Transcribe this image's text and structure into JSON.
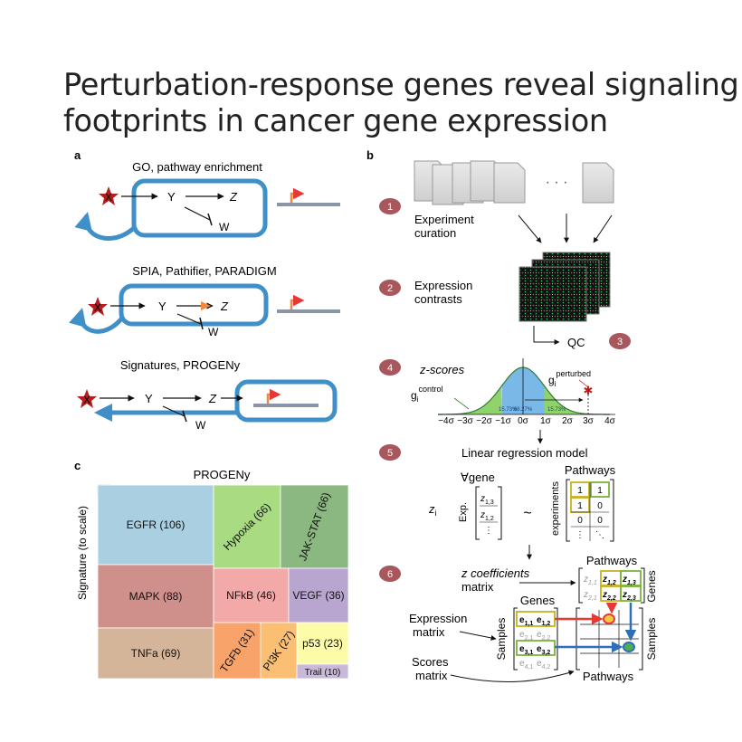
{
  "title": {
    "line1": "Perturbation-response genes reveal signaling",
    "line2": "footprints in cancer gene expression"
  },
  "panel_a": {
    "label": "a",
    "methods": [
      {
        "heading": "GO, pathway enrichment",
        "nodes": [
          "X",
          "Y",
          "Z",
          "W"
        ]
      },
      {
        "heading": "SPIA, Pathifier, PARADIGM",
        "nodes": [
          "X",
          "Y",
          "Z",
          "W"
        ]
      },
      {
        "heading": "Signatures, PROGENy",
        "nodes": [
          "X",
          "Y",
          "Z",
          "W"
        ]
      }
    ]
  },
  "panel_b": {
    "label": "b",
    "ellipsis": "· · ·",
    "steps": [
      {
        "number": "1",
        "line1": "Experiment",
        "line2": "curation"
      },
      {
        "number": "2",
        "line1": "Expression",
        "line2": "contrasts"
      },
      {
        "number": "3",
        "line1": "QC"
      },
      {
        "number": "4",
        "line1": "z-scores"
      },
      {
        "number": "5",
        "line1": "Linear regression model"
      },
      {
        "number": "6",
        "line1": "z coefficients",
        "line2": "matrix"
      }
    ],
    "zscore": {
      "control_label": "g",
      "control_sub": "i",
      "control_sup": "control",
      "perturbed_label": "g",
      "perturbed_sub": "i",
      "perturbed_sup": "perturbed",
      "pct_left": "15.73%",
      "pct_mid": "68.27%",
      "pct_right": "15.73%",
      "ticks": [
        "−4σ",
        "−3σ",
        "−2σ",
        "−1σ",
        "0σ",
        "1σ",
        "2σ",
        "3σ",
        "4σ"
      ]
    },
    "regression": {
      "zi": "z",
      "zi_sub": "i",
      "forall": "∀gene",
      "exp_label": "Exp.",
      "vec": [
        "z",
        "z",
        "⋮"
      ],
      "vec_subs": [
        "1,3",
        "1,2",
        ""
      ],
      "tilde": "~",
      "pathways_label": "Pathways",
      "experiments_label": "experiments",
      "matrix": [
        [
          "1",
          "1"
        ],
        [
          "1",
          "0"
        ],
        [
          "0",
          "0"
        ],
        [
          "⋮",
          "⋱"
        ]
      ]
    },
    "step6": {
      "pathways_top": "Pathways",
      "genes_right": "Genes",
      "genes_top": "Genes",
      "samples_left": "Samples",
      "samples_right": "Samples",
      "expression_line1": "Expression",
      "expression_line2": "matrix",
      "scores_line1": "Scores",
      "scores_line2": "matrix",
      "pathways_bottom": "Pathways",
      "z_cells": [
        [
          "z",
          "z",
          "z"
        ],
        [
          "z",
          "z",
          "z"
        ]
      ],
      "z_subs": [
        [
          "1,1",
          "1,2",
          "1,3"
        ],
        [
          "2,1",
          "2,2",
          "2,3"
        ]
      ],
      "e_cells": [
        [
          "e",
          "e"
        ],
        [
          "e",
          "e"
        ],
        [
          "e",
          "e"
        ],
        [
          "e",
          "e"
        ]
      ],
      "e_subs": [
        [
          "1,1",
          "1,2"
        ],
        [
          "2,1",
          "2,2"
        ],
        [
          "3,1",
          "3,2"
        ],
        [
          "4,1",
          "4,2"
        ]
      ]
    }
  },
  "panel_c": {
    "label": "c",
    "title": "PROGENy",
    "axis_label": "Signature (to scale)",
    "tiles": [
      {
        "name": "EGFR",
        "count": 106,
        "label": "EGFR (106)",
        "color": "#a9cfe0"
      },
      {
        "name": "Hypoxia",
        "count": 66,
        "label": "Hypoxia (66)",
        "color": "#a8db82"
      },
      {
        "name": "JAK-STAT",
        "count": 66,
        "label": "JAK-STAT (66)",
        "color": "#8ab880"
      },
      {
        "name": "MAPK",
        "count": 88,
        "label": "MAPK (88)",
        "color": "#cf8f8b"
      },
      {
        "name": "NFkB",
        "count": 46,
        "label": "NFkB (46)",
        "color": "#f4a9a9"
      },
      {
        "name": "VEGF",
        "count": 36,
        "label": "VEGF (36)",
        "color": "#b8a5d0"
      },
      {
        "name": "TNFa",
        "count": 69,
        "label": "TNFa (69)",
        "color": "#d4b59a"
      },
      {
        "name": "TGFb",
        "count": 31,
        "label": "TGFb (31)",
        "color": "#f7a36a"
      },
      {
        "name": "PI3K",
        "count": 27,
        "label": "PI3K (27)",
        "color": "#fbbf73"
      },
      {
        "name": "p53",
        "count": 23,
        "label": "p53 (23)",
        "color": "#fbfba8"
      },
      {
        "name": "Trail",
        "count": 10,
        "label": "Trail (10)",
        "color": "#c8b9d8"
      }
    ]
  },
  "colors": {
    "loop_blue": "#3f8fc8",
    "step_badge": "#a8575d",
    "accent_orange": "#f08a3c",
    "star_red": "#b71c1c"
  }
}
